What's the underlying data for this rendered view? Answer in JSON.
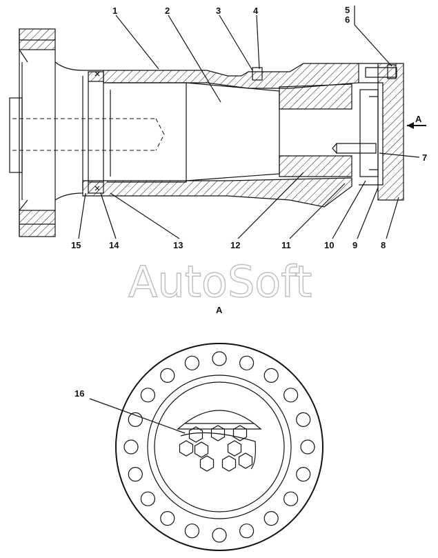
{
  "section_view": {
    "callouts": [
      {
        "id": "c1",
        "label": "1"
      },
      {
        "id": "c2",
        "label": "2"
      },
      {
        "id": "c3",
        "label": "3"
      },
      {
        "id": "c4",
        "label": "4"
      },
      {
        "id": "c56a",
        "label": "5"
      },
      {
        "id": "c56b",
        "label": "6"
      },
      {
        "id": "c7",
        "label": "7"
      },
      {
        "id": "c8",
        "label": "8"
      },
      {
        "id": "c9",
        "label": "9"
      },
      {
        "id": "c10",
        "label": "10"
      },
      {
        "id": "c11",
        "label": "11"
      },
      {
        "id": "c12",
        "label": "12"
      },
      {
        "id": "c13",
        "label": "13"
      },
      {
        "id": "c14",
        "label": "14"
      },
      {
        "id": "c15",
        "label": "15"
      }
    ],
    "view_arrow_label": "A"
  },
  "watermark": "AutoSoft",
  "end_view": {
    "title": "A",
    "callouts": [
      {
        "id": "c16",
        "label": "16"
      }
    ]
  }
}
